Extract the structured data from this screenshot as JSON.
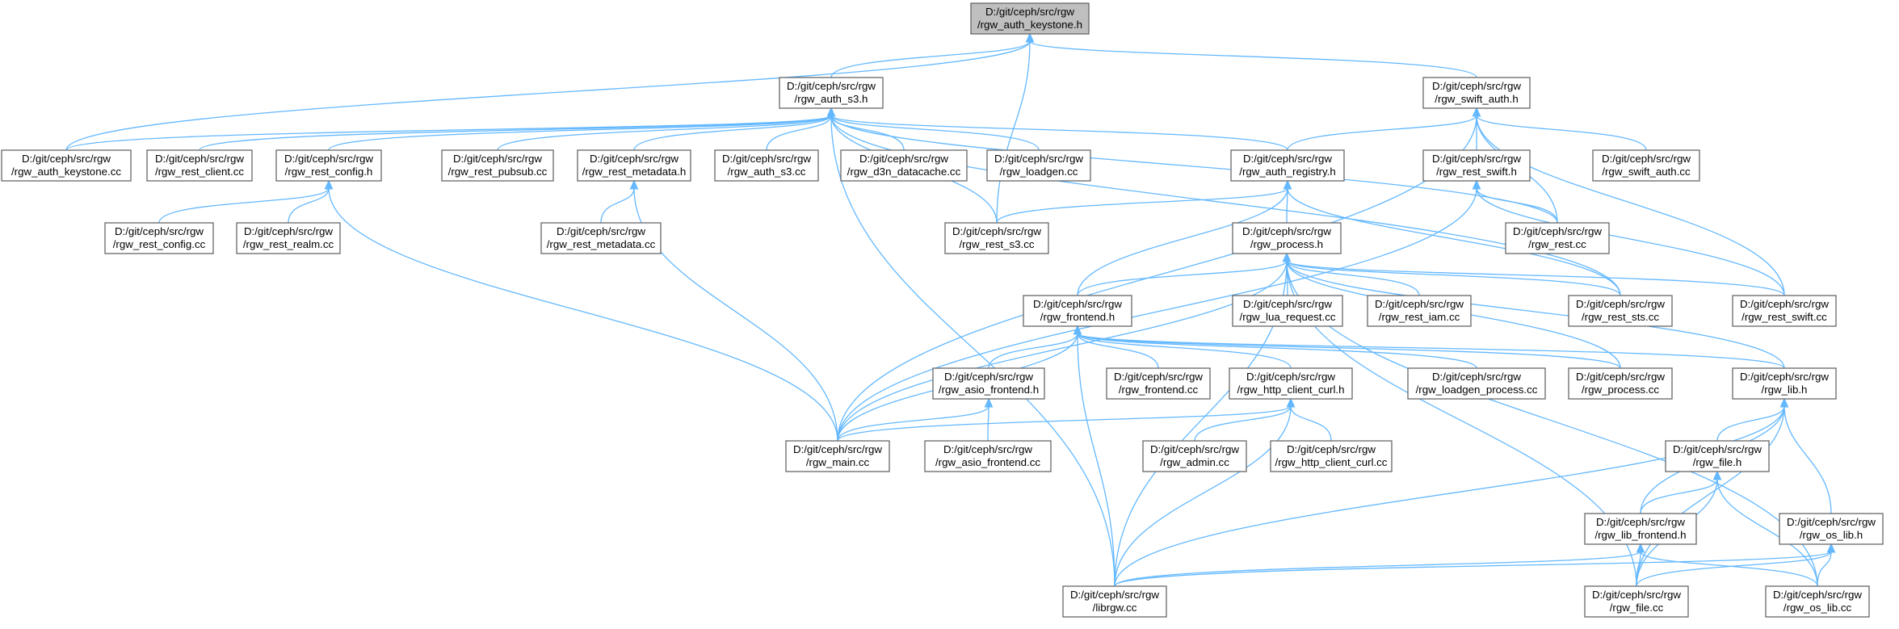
{
  "diagram": {
    "edge_color": "#63b8ff",
    "root_fill": "#bfbfbf",
    "node_border": "#666666",
    "nodes": [
      {
        "id": "keystone_h",
        "line1": "D:/git/ceph/src/rgw",
        "line2": "/rgw_auth_keystone.h",
        "root": true
      },
      {
        "id": "auth_s3_h",
        "line1": "D:/git/ceph/src/rgw",
        "line2": "/rgw_auth_s3.h"
      },
      {
        "id": "swift_auth_h",
        "line1": "D:/git/ceph/src/rgw",
        "line2": "/rgw_swift_auth.h"
      },
      {
        "id": "auth_keystone_cc",
        "line1": "D:/git/ceph/src/rgw",
        "line2": "/rgw_auth_keystone.cc"
      },
      {
        "id": "rest_client_cc",
        "line1": "D:/git/ceph/src/rgw",
        "line2": "/rgw_rest_client.cc"
      },
      {
        "id": "rest_config_h",
        "line1": "D:/git/ceph/src/rgw",
        "line2": "/rgw_rest_config.h"
      },
      {
        "id": "rest_pubsub_cc",
        "line1": "D:/git/ceph/src/rgw",
        "line2": "/rgw_rest_pubsub.cc"
      },
      {
        "id": "rest_metadata_h",
        "line1": "D:/git/ceph/src/rgw",
        "line2": "/rgw_rest_metadata.h"
      },
      {
        "id": "auth_s3_cc",
        "line1": "D:/git/ceph/src/rgw",
        "line2": "/rgw_auth_s3.cc"
      },
      {
        "id": "d3n_cc",
        "line1": "D:/git/ceph/src/rgw",
        "line2": "/rgw_d3n_datacache.cc"
      },
      {
        "id": "loadgen_cc",
        "line1": "D:/git/ceph/src/rgw",
        "line2": "/rgw_loadgen.cc"
      },
      {
        "id": "auth_registry_h",
        "line1": "D:/git/ceph/src/rgw",
        "line2": "/rgw_auth_registry.h"
      },
      {
        "id": "rest_swift_h",
        "line1": "D:/git/ceph/src/rgw",
        "line2": "/rgw_rest_swift.h"
      },
      {
        "id": "swift_auth_cc",
        "line1": "D:/git/ceph/src/rgw",
        "line2": "/rgw_swift_auth.cc"
      },
      {
        "id": "rest_config_cc",
        "line1": "D:/git/ceph/src/rgw",
        "line2": "/rgw_rest_config.cc"
      },
      {
        "id": "rest_realm_cc",
        "line1": "D:/git/ceph/src/rgw",
        "line2": "/rgw_rest_realm.cc"
      },
      {
        "id": "rest_metadata_cc",
        "line1": "D:/git/ceph/src/rgw",
        "line2": "/rgw_rest_metadata.cc"
      },
      {
        "id": "rest_s3_cc",
        "line1": "D:/git/ceph/src/rgw",
        "line2": "/rgw_rest_s3.cc"
      },
      {
        "id": "process_h",
        "line1": "D:/git/ceph/src/rgw",
        "line2": "/rgw_process.h"
      },
      {
        "id": "rest_cc",
        "line1": "D:/git/ceph/src/rgw",
        "line2": "/rgw_rest.cc"
      },
      {
        "id": "frontend_h",
        "line1": "D:/git/ceph/src/rgw",
        "line2": "/rgw_frontend.h"
      },
      {
        "id": "lua_request_cc",
        "line1": "D:/git/ceph/src/rgw",
        "line2": "/rgw_lua_request.cc"
      },
      {
        "id": "rest_iam_cc",
        "line1": "D:/git/ceph/src/rgw",
        "line2": "/rgw_rest_iam.cc"
      },
      {
        "id": "rest_sts_cc",
        "line1": "D:/git/ceph/src/rgw",
        "line2": "/rgw_rest_sts.cc"
      },
      {
        "id": "rest_swift_cc",
        "line1": "D:/git/ceph/src/rgw",
        "line2": "/rgw_rest_swift.cc"
      },
      {
        "id": "asio_frontend_h",
        "line1": "D:/git/ceph/src/rgw",
        "line2": "/rgw_asio_frontend.h"
      },
      {
        "id": "frontend_cc",
        "line1": "D:/git/ceph/src/rgw",
        "line2": "/rgw_frontend.cc"
      },
      {
        "id": "http_client_curl_h",
        "line1": "D:/git/ceph/src/rgw",
        "line2": "/rgw_http_client_curl.h"
      },
      {
        "id": "loadgen_process_cc",
        "line1": "D:/git/ceph/src/rgw",
        "line2": "/rgw_loadgen_process.cc"
      },
      {
        "id": "process_cc",
        "line1": "D:/git/ceph/src/rgw",
        "line2": "/rgw_process.cc"
      },
      {
        "id": "lib_h",
        "line1": "D:/git/ceph/src/rgw",
        "line2": "/rgw_lib.h"
      },
      {
        "id": "main_cc",
        "line1": "D:/git/ceph/src/rgw",
        "line2": "/rgw_main.cc"
      },
      {
        "id": "asio_frontend_cc",
        "line1": "D:/git/ceph/src/rgw",
        "line2": "/rgw_asio_frontend.cc"
      },
      {
        "id": "admin_cc",
        "line1": "D:/git/ceph/src/rgw",
        "line2": "/rgw_admin.cc"
      },
      {
        "id": "http_client_curl_cc",
        "line1": "D:/git/ceph/src/rgw",
        "line2": "/rgw_http_client_curl.cc"
      },
      {
        "id": "file_h",
        "line1": "D:/git/ceph/src/rgw",
        "line2": "/rgw_file.h"
      },
      {
        "id": "lib_frontend_h",
        "line1": "D:/git/ceph/src/rgw",
        "line2": "/rgw_lib_frontend.h"
      },
      {
        "id": "os_lib_h",
        "line1": "D:/git/ceph/src/rgw",
        "line2": "/rgw_os_lib.h"
      },
      {
        "id": "librgw_cc",
        "line1": "D:/git/ceph/src/rgw",
        "line2": "/librgw.cc"
      },
      {
        "id": "file_cc",
        "line1": "D:/git/ceph/src/rgw",
        "line2": "/rgw_file.cc"
      },
      {
        "id": "os_lib_cc",
        "line1": "D:/git/ceph/src/rgw",
        "line2": "/rgw_os_lib.cc"
      }
    ],
    "edges": [
      [
        "auth_s3_h",
        "keystone_h"
      ],
      [
        "swift_auth_h",
        "keystone_h"
      ],
      [
        "auth_keystone_cc",
        "keystone_h"
      ],
      [
        "rest_s3_cc",
        "keystone_h"
      ],
      [
        "auth_keystone_cc",
        "auth_s3_h"
      ],
      [
        "rest_client_cc",
        "auth_s3_h"
      ],
      [
        "rest_config_h",
        "auth_s3_h"
      ],
      [
        "rest_pubsub_cc",
        "auth_s3_h"
      ],
      [
        "rest_metadata_h",
        "auth_s3_h"
      ],
      [
        "auth_s3_cc",
        "auth_s3_h"
      ],
      [
        "d3n_cc",
        "auth_s3_h"
      ],
      [
        "loadgen_cc",
        "auth_s3_h"
      ],
      [
        "auth_registry_h",
        "auth_s3_h"
      ],
      [
        "rest_s3_cc",
        "auth_s3_h"
      ],
      [
        "rest_sts_cc",
        "auth_s3_h"
      ],
      [
        "rest_cc",
        "auth_s3_h"
      ],
      [
        "librgw_cc",
        "auth_s3_h"
      ],
      [
        "auth_registry_h",
        "swift_auth_h"
      ],
      [
        "rest_swift_h",
        "swift_auth_h"
      ],
      [
        "swift_auth_cc",
        "swift_auth_h"
      ],
      [
        "rest_cc",
        "swift_auth_h"
      ],
      [
        "rest_swift_cc",
        "swift_auth_h"
      ],
      [
        "main_cc",
        "swift_auth_h"
      ],
      [
        "rest_config_cc",
        "rest_config_h"
      ],
      [
        "rest_realm_cc",
        "rest_config_h"
      ],
      [
        "main_cc",
        "rest_config_h"
      ],
      [
        "rest_metadata_cc",
        "rest_metadata_h"
      ],
      [
        "main_cc",
        "rest_metadata_h"
      ],
      [
        "rest_s3_cc",
        "auth_registry_h"
      ],
      [
        "process_h",
        "auth_registry_h"
      ],
      [
        "frontend_h",
        "auth_registry_h"
      ],
      [
        "rest_sts_cc",
        "auth_registry_h"
      ],
      [
        "rest_cc",
        "rest_swift_h"
      ],
      [
        "rest_swift_cc",
        "rest_swift_h"
      ],
      [
        "main_cc",
        "rest_swift_h"
      ],
      [
        "frontend_h",
        "process_h"
      ],
      [
        "lua_request_cc",
        "process_h"
      ],
      [
        "rest_iam_cc",
        "process_h"
      ],
      [
        "rest_sts_cc",
        "process_h"
      ],
      [
        "rest_swift_cc",
        "process_h"
      ],
      [
        "lib_h",
        "process_h"
      ],
      [
        "main_cc",
        "process_h"
      ],
      [
        "librgw_cc",
        "process_h"
      ],
      [
        "process_cc",
        "process_h"
      ],
      [
        "file_cc",
        "process_h"
      ],
      [
        "os_lib_cc",
        "process_h"
      ],
      [
        "asio_frontend_h",
        "frontend_h"
      ],
      [
        "frontend_cc",
        "frontend_h"
      ],
      [
        "http_client_curl_h",
        "frontend_h"
      ],
      [
        "loadgen_process_cc",
        "frontend_h"
      ],
      [
        "process_cc",
        "frontend_h"
      ],
      [
        "lib_h",
        "frontend_h"
      ],
      [
        "main_cc",
        "frontend_h"
      ],
      [
        "librgw_cc",
        "frontend_h"
      ],
      [
        "main_cc",
        "asio_frontend_h"
      ],
      [
        "asio_frontend_cc",
        "asio_frontend_h"
      ],
      [
        "main_cc",
        "http_client_curl_h"
      ],
      [
        "admin_cc",
        "http_client_curl_h"
      ],
      [
        "http_client_curl_cc",
        "http_client_curl_h"
      ],
      [
        "librgw_cc",
        "http_client_curl_h"
      ],
      [
        "file_h",
        "lib_h"
      ],
      [
        "lib_frontend_h",
        "lib_h"
      ],
      [
        "os_lib_h",
        "lib_h"
      ],
      [
        "librgw_cc",
        "lib_h"
      ],
      [
        "file_cc",
        "lib_h"
      ],
      [
        "lib_frontend_h",
        "file_h"
      ],
      [
        "file_cc",
        "file_h"
      ],
      [
        "os_lib_cc",
        "file_h"
      ],
      [
        "librgw_cc",
        "lib_frontend_h"
      ],
      [
        "file_cc",
        "lib_frontend_h"
      ],
      [
        "os_lib_cc",
        "lib_frontend_h"
      ],
      [
        "librgw_cc",
        "os_lib_h"
      ],
      [
        "file_cc",
        "os_lib_h"
      ],
      [
        "os_lib_cc",
        "os_lib_h"
      ]
    ]
  }
}
